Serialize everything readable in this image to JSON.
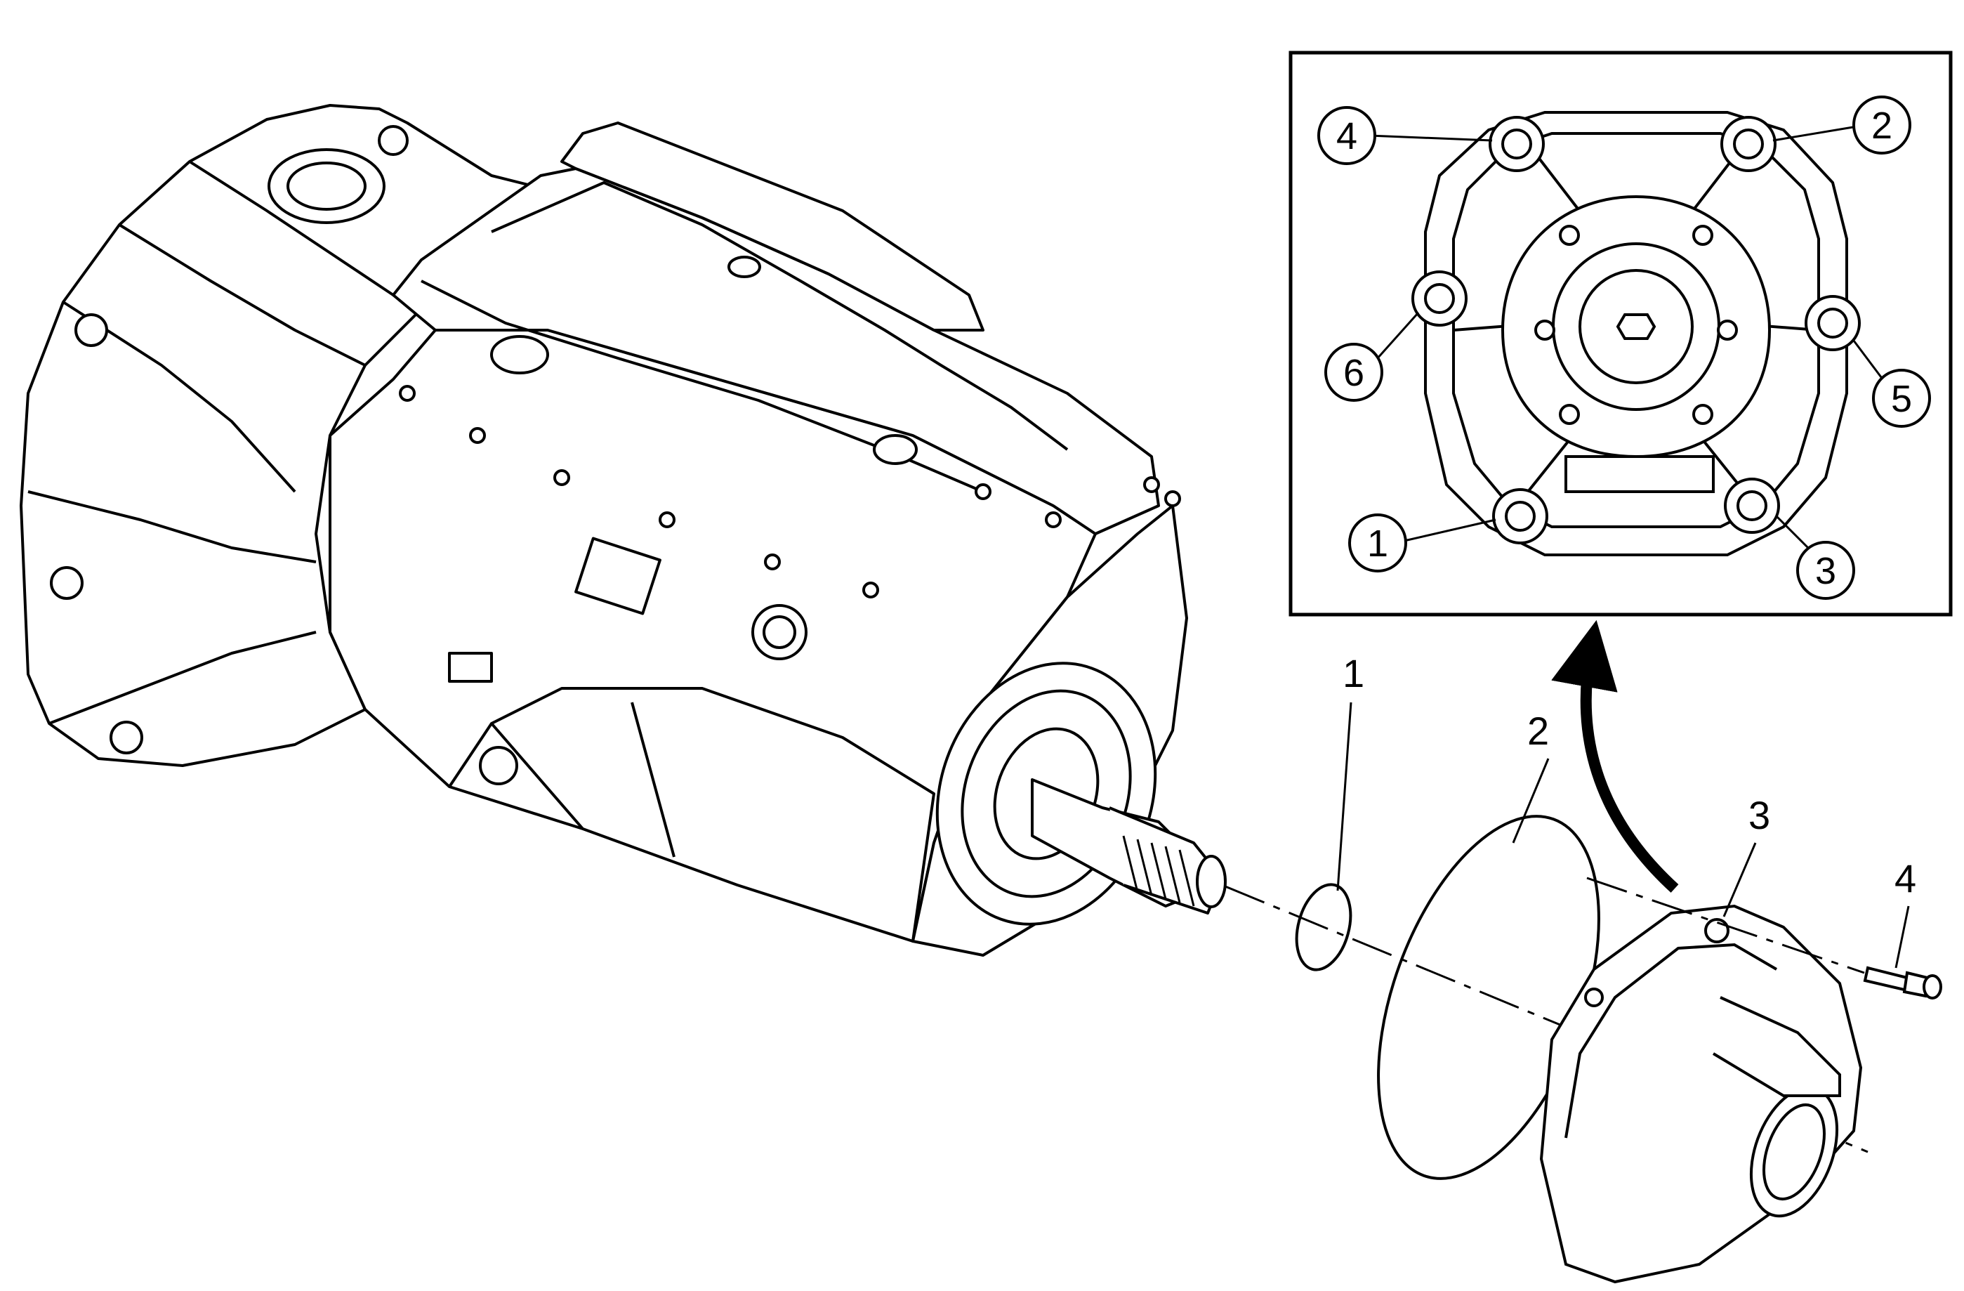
{
  "diagram": {
    "callouts": [
      {
        "id": "1",
        "label": "1"
      },
      {
        "id": "2",
        "label": "2"
      },
      {
        "id": "3",
        "label": "3"
      },
      {
        "id": "4",
        "label": "4"
      }
    ],
    "inset": {
      "bolt_sequence": [
        {
          "label": "1"
        },
        {
          "label": "2"
        },
        {
          "label": "3"
        },
        {
          "label": "4"
        },
        {
          "label": "5"
        },
        {
          "label": "6"
        }
      ]
    },
    "colors": {
      "line": "#000000",
      "background": "#ffffff"
    }
  }
}
